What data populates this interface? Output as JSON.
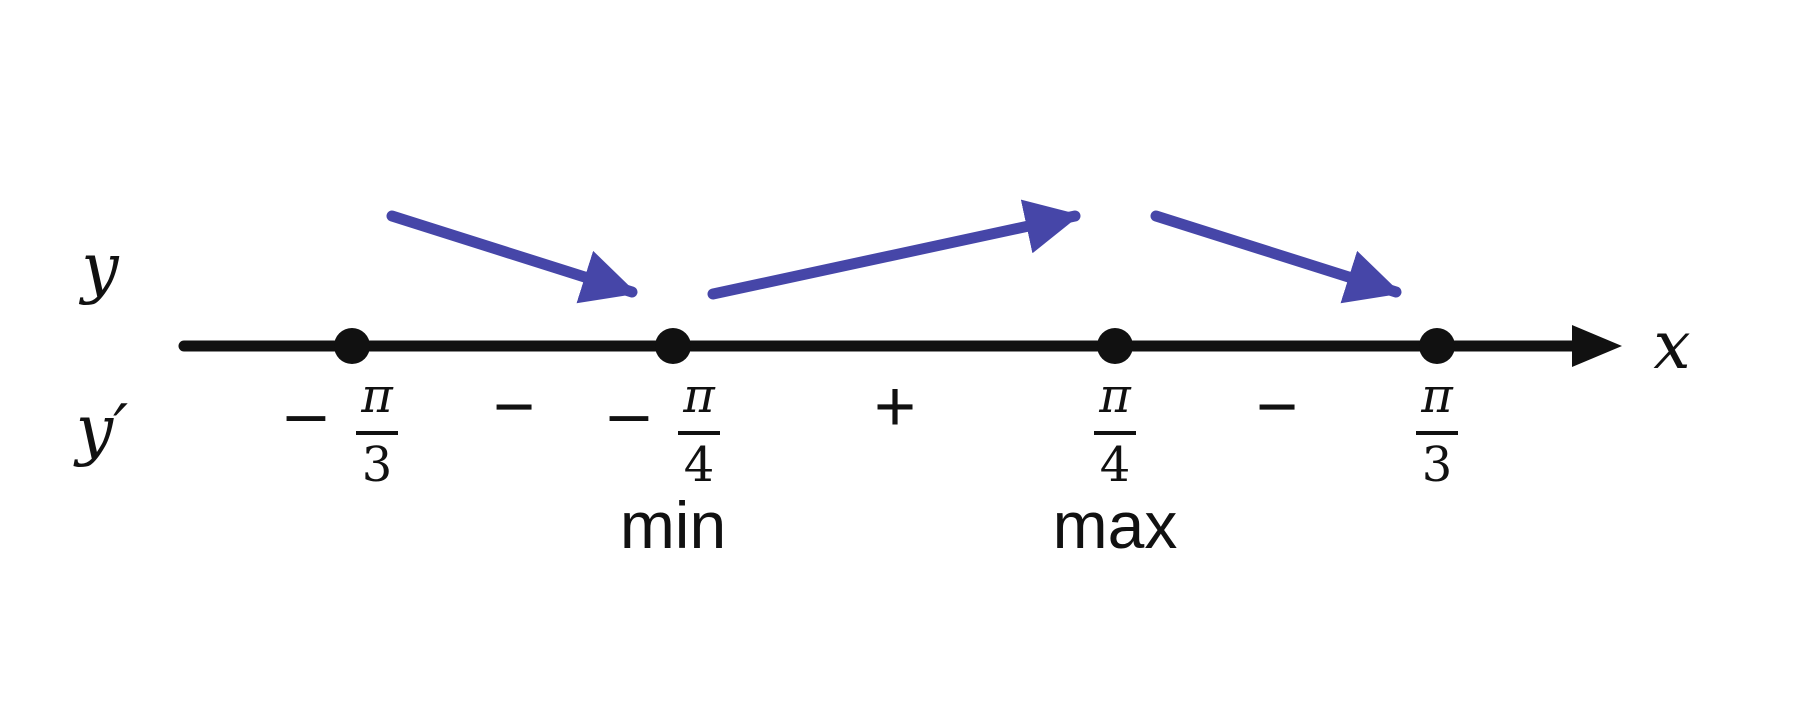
{
  "row_labels": {
    "function": "y",
    "derivative": "y′"
  },
  "axis": {
    "label": "x"
  },
  "colors": {
    "axis": "#111111",
    "arrow": "#4646a8",
    "background": "#ffffff"
  },
  "critical_points": [
    {
      "sign": "−",
      "numerator": "π",
      "denominator": "3",
      "note": ""
    },
    {
      "sign": "−",
      "numerator": "π",
      "denominator": "4",
      "note": "min"
    },
    {
      "sign": "",
      "numerator": "π",
      "denominator": "4",
      "note": "max"
    },
    {
      "sign": "",
      "numerator": "π",
      "denominator": "3",
      "note": ""
    }
  ],
  "intervals": [
    {
      "derivative_sign": "−",
      "trend": "decreasing"
    },
    {
      "derivative_sign": "+",
      "trend": "increasing"
    },
    {
      "derivative_sign": "−",
      "trend": "decreasing"
    }
  ]
}
